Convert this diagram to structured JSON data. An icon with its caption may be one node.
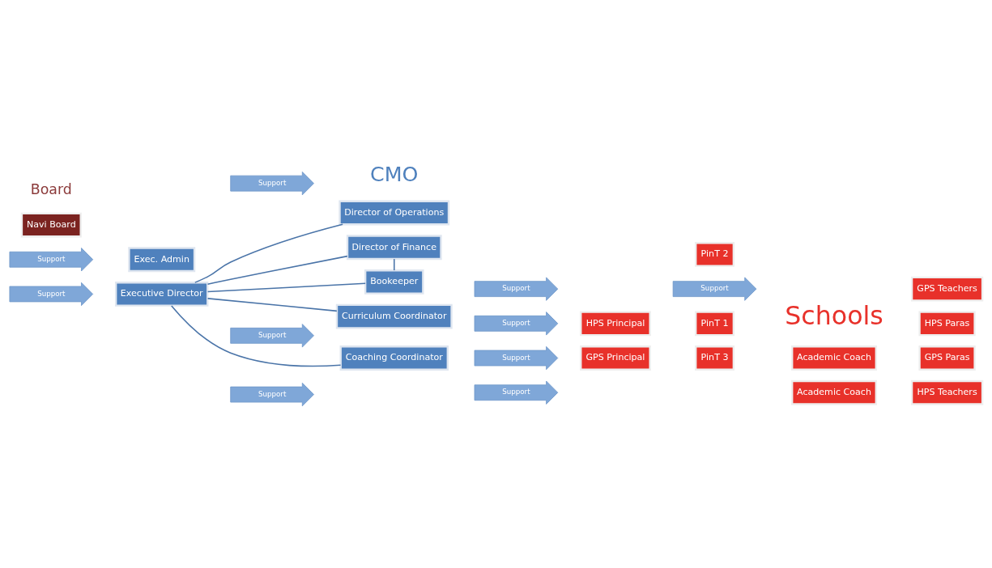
{
  "diagram": {
    "nodes": [
      {
        "text": [
          "HPS Teachers"
        ]
      },
      {
        "text": [
          "Support"
        ]
      },
      {
        "text": [
          "Academic Coach"
        ]
      },
      {
        "text": [
          "Support"
        ]
      },
      {
        "text": [
          "Director of Operations"
        ]
      },
      {
        "text": [
          "HPS Paras"
        ]
      },
      {
        "text": [
          "Support"
        ]
      },
      {
        "text": [
          "Exec. Admin"
        ]
      },
      {
        "text": [
          "Support"
        ]
      },
      {
        "text": [
          "Director of Finance"
        ]
      },
      {
        "text": [
          "HPS Principal"
        ]
      },
      {
        "text": [
          "PinT 1"
        ]
      },
      {
        "text": [
          "Navi Board"
        ]
      },
      {
        "text": [
          "Executive Director"
        ]
      },
      {
        "text": [
          "Support"
        ]
      },
      {
        "text": [
          "Support"
        ]
      },
      {
        "text": [
          "Bookeeper"
        ]
      },
      {
        "text": [
          "GPS Principal"
        ]
      },
      {
        "text": [
          "Support"
        ]
      },
      {
        "text": [
          "Curriculum Coordinator"
        ]
      },
      {
        "text": [
          "PinT 2"
        ]
      },
      {
        "text": [
          "PinT 3"
        ]
      },
      {
        "text": [
          "GPS Teachers"
        ]
      },
      {
        "text": [
          "Support"
        ]
      },
      {
        "text": [
          "Academic Coach"
        ]
      },
      {
        "text": [
          "Support"
        ]
      },
      {
        "text": [
          "Coaching Coordinator"
        ]
      },
      {
        "text": [
          "Support"
        ]
      },
      {
        "text": [
          "GPS Paras"
        ]
      }
    ],
    "edges": [
      {
        "from": 13,
        "to": 4,
        "arrow": "none"
      },
      {
        "from": 13,
        "to": 9,
        "arrow": "none"
      },
      {
        "from": 13,
        "to": 16,
        "arrow": "none"
      },
      {
        "from": 13,
        "to": 19,
        "arrow": "none"
      },
      {
        "from": 13,
        "to": 26,
        "arrow": "none"
      },
      {
        "from": 9,
        "to": 16,
        "arrow": "none"
      }
    ],
    "labels": [
      "Schools",
      "CMO",
      "Board"
    ]
  }
}
